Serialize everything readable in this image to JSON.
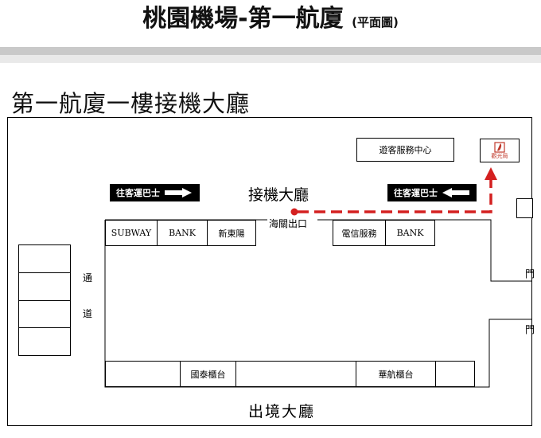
{
  "page": {
    "title": "桃園機場-第一航廈",
    "title_suffix": "(平面圖)",
    "floor_title": "第一航廈一樓接機大廳"
  },
  "map": {
    "arrival_hall": "接機大廳",
    "customs_exit": "海關出口",
    "departure_hall": "出境大廳",
    "visitor_center": "遊客服務中心",
    "tourism_logo_text": "觀光局",
    "bus_sign_left": "往客運巴士",
    "bus_sign_right": "往客運巴士",
    "passage_char_1": "通",
    "passage_char_2": "道",
    "door_upper": "門",
    "door_lower": "門",
    "shops_left": [
      "SUBWAY",
      "BANK",
      "新東陽"
    ],
    "shops_right": [
      "電信服務",
      "BANK"
    ],
    "bottom_counters": [
      "",
      "國泰櫃台",
      "",
      "華航櫃台",
      ""
    ],
    "route_color": "#d42020"
  }
}
